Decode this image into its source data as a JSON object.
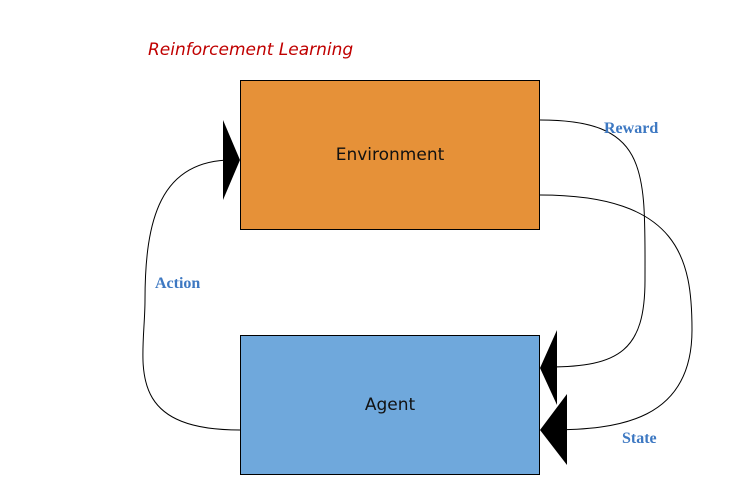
{
  "diagram": {
    "title": "Reinforcement Learning",
    "nodes": {
      "environment": {
        "label": "Environment",
        "color": "#e69138"
      },
      "agent": {
        "label": "Agent",
        "color": "#6fa8dc"
      }
    },
    "edges": {
      "reward": {
        "label": "Reward",
        "from": "environment",
        "to": "agent"
      },
      "state": {
        "label": "State",
        "from": "environment",
        "to": "agent"
      },
      "action": {
        "label": "Action",
        "from": "agent",
        "to": "environment"
      }
    },
    "colors": {
      "title": "#c00000",
      "edge_label": "#3d78c2",
      "line": "#000000"
    }
  }
}
